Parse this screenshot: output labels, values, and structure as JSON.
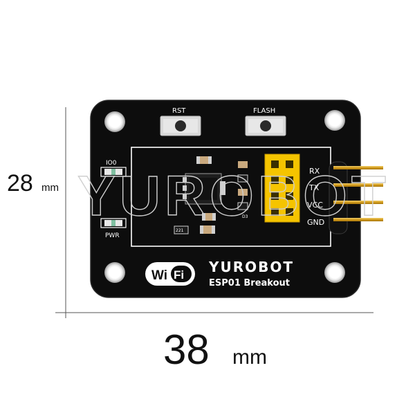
{
  "dimensions": {
    "height_value": "28",
    "height_unit": "mm",
    "width_value": "38",
    "width_unit": "mm"
  },
  "board": {
    "buttons": {
      "reset": "RST",
      "flash": "FLASH"
    },
    "leds": {
      "io0": "IO0",
      "power": "PWR"
    },
    "pins": [
      "RX",
      "TX",
      "VCC",
      "GND"
    ],
    "brand": "YUROBOT",
    "product": "ESP01 Breakout",
    "wifi_logo": {
      "left": "Wi",
      "right": "Fi"
    },
    "resistor_code": "221",
    "chip_label": "D3"
  },
  "watermark": "YUROBOT",
  "colors": {
    "pcb": "#0d0d0d",
    "header_socket": "#f5c400",
    "pins_gold": "#d9a520",
    "silkscreen": "#ffffff"
  }
}
